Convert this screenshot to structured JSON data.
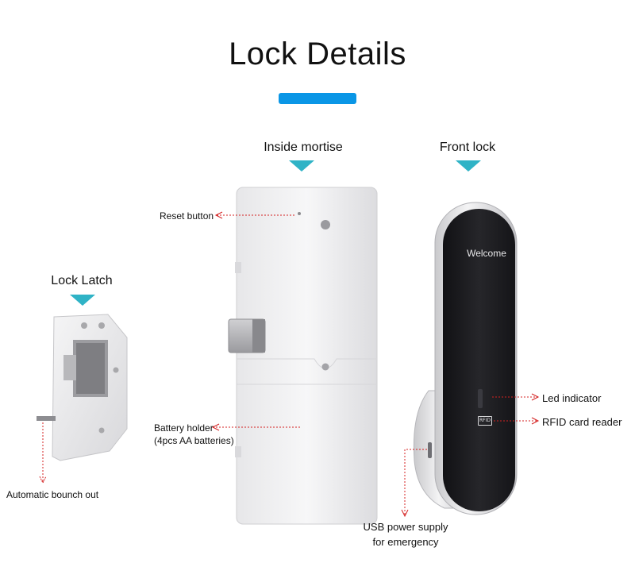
{
  "header": {
    "title": "Lock Details"
  },
  "colors": {
    "accent": "#0a96e6",
    "pointer": "#2fb3c6",
    "leader": "#d42020",
    "device_face": "#1a1a1d"
  },
  "sections": {
    "inside_mortise": "Inside mortise",
    "front_lock": "Front lock",
    "lock_latch": "Lock Latch"
  },
  "callouts": {
    "reset_button": "Reset button",
    "battery_holder_line1": "Battery holder",
    "battery_holder_line2": "(4pcs AA batteries)",
    "led_indicator": "Led indicator",
    "rfid_reader": "RFID card reader",
    "usb_line1": "USB power supply",
    "usb_line2": "for emergency",
    "bounch_out": "Automatic bounch out"
  },
  "device": {
    "screen_text": "Welcome",
    "rfid_badge": "RFID"
  }
}
